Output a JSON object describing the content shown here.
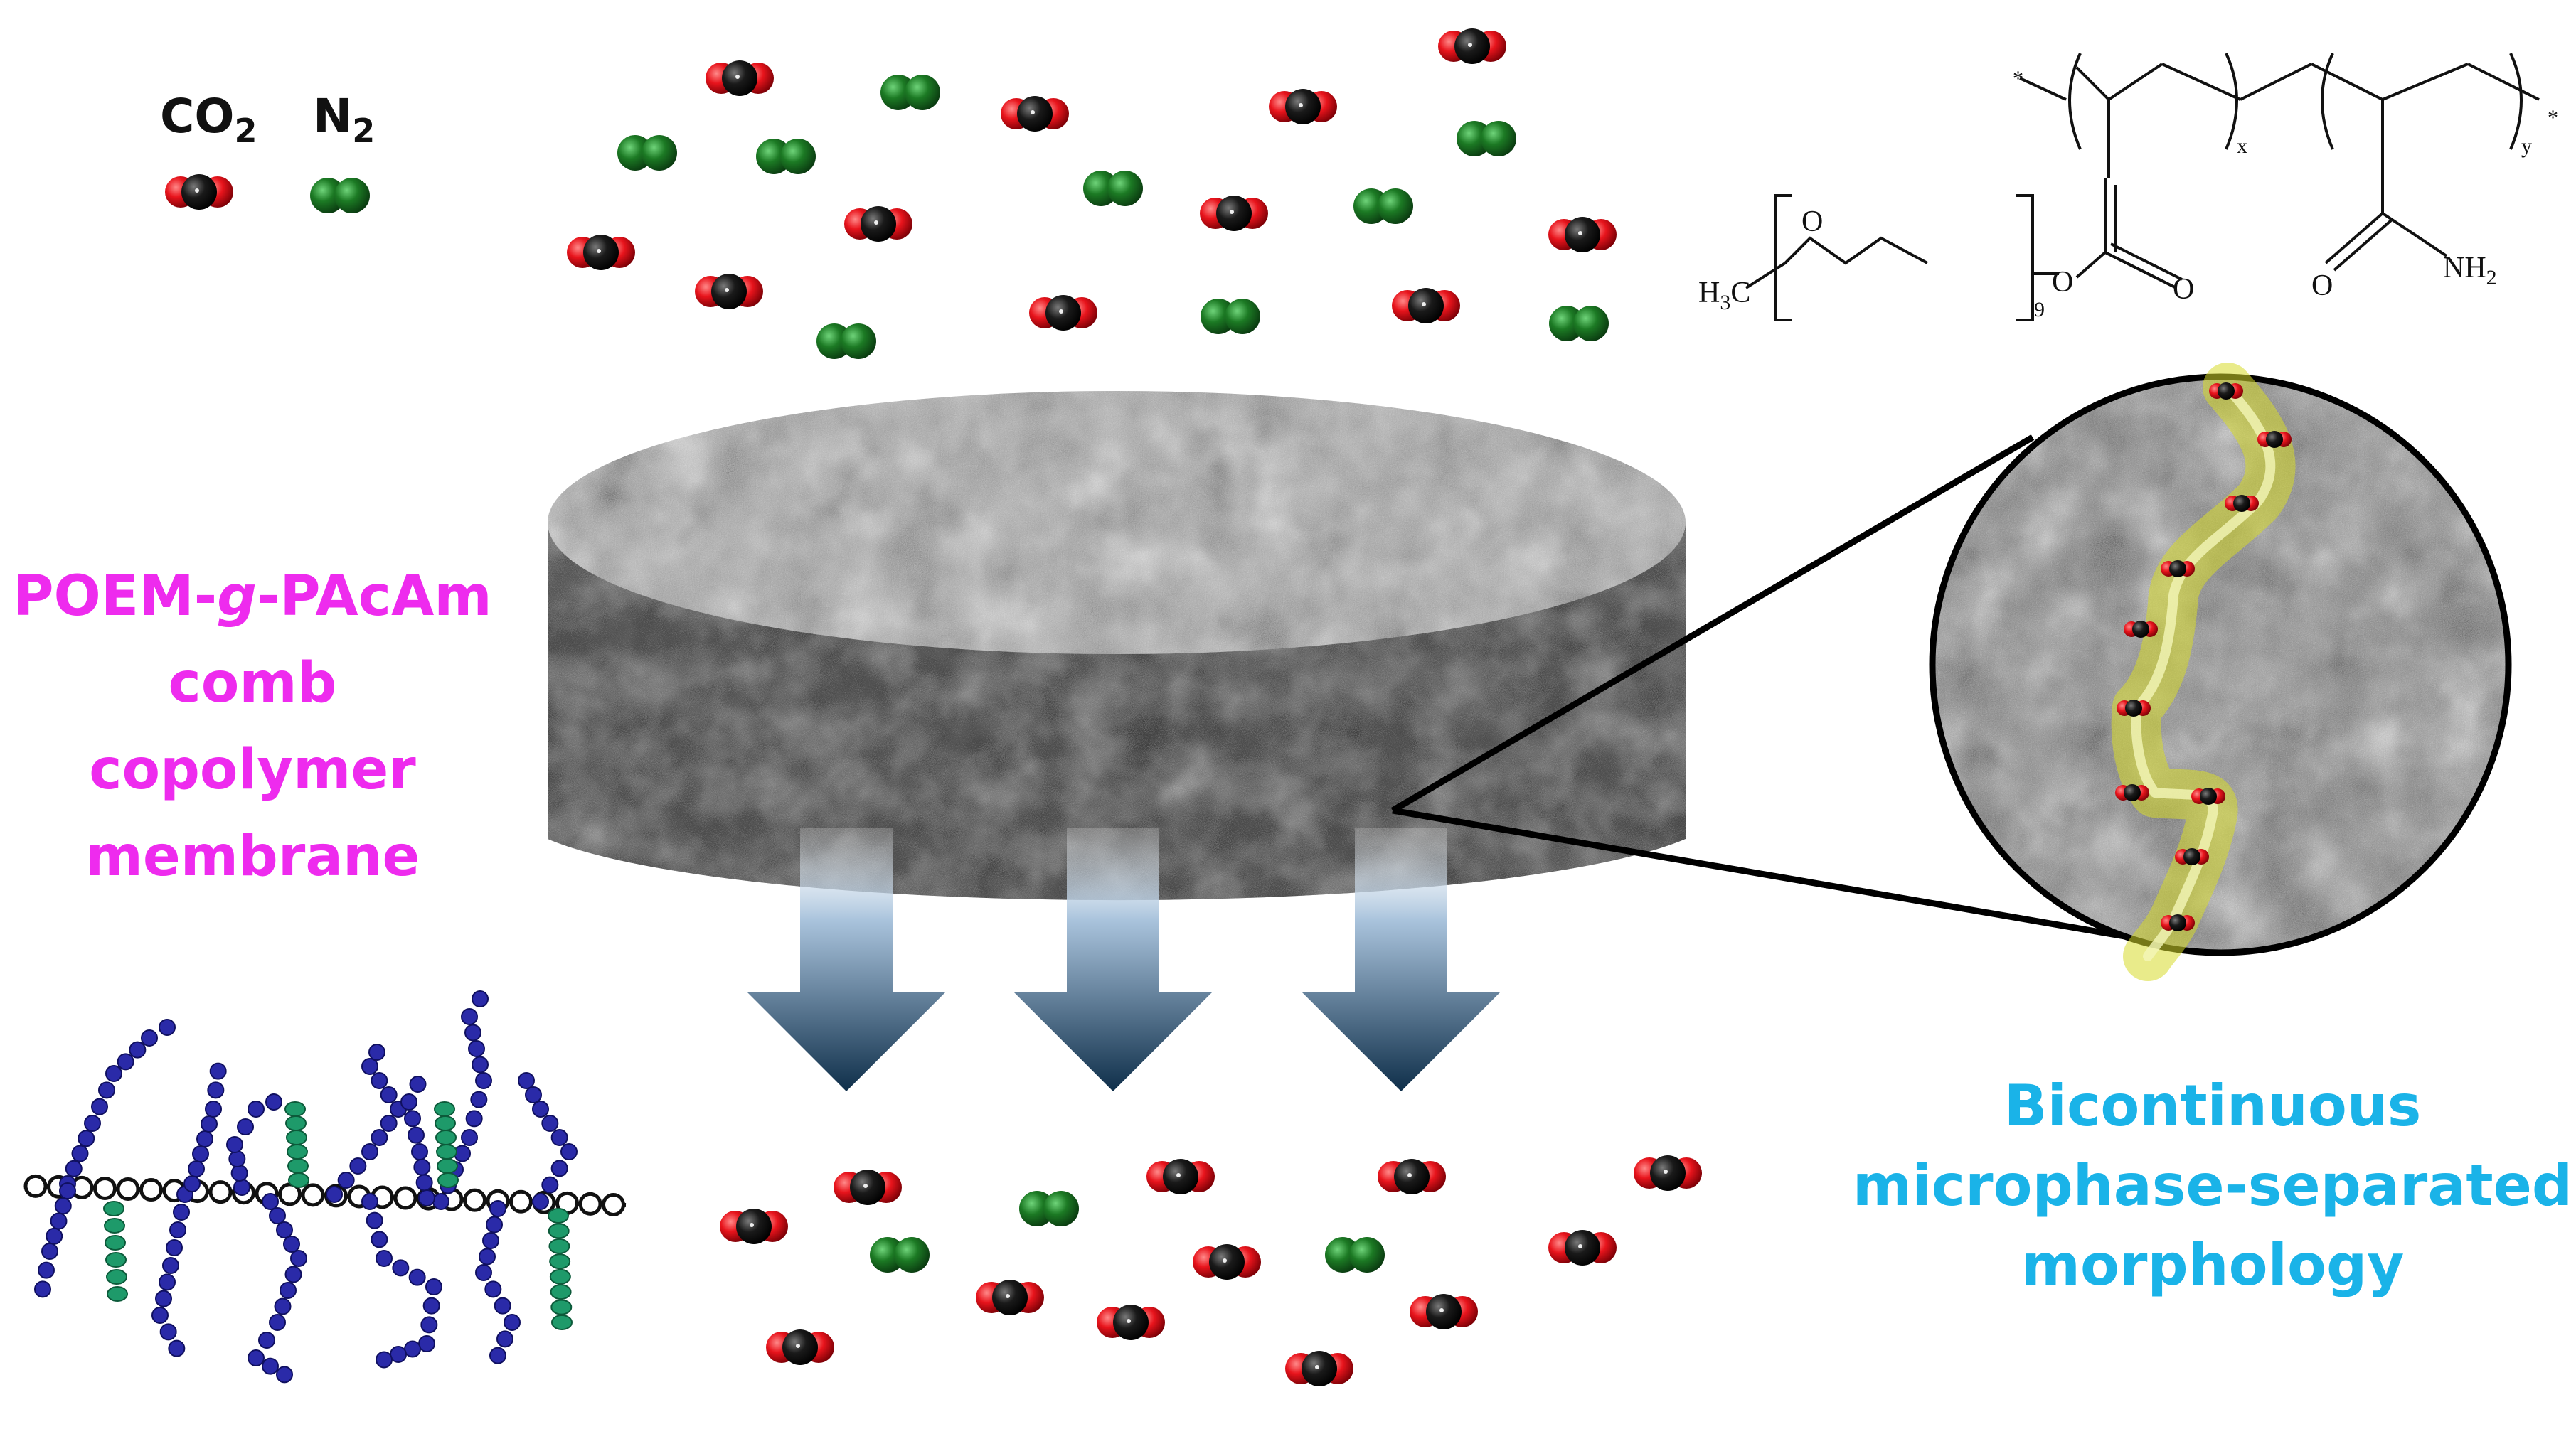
{
  "legend": {
    "co2_main": "CO",
    "co2_sub": "2",
    "n2_main": "N",
    "n2_sub": "2"
  },
  "membrane_label": {
    "line1_a": "POEM-",
    "line1_g": "g",
    "line1_b": "-PAcAm",
    "line2": "comb copolymer",
    "line3": "membrane"
  },
  "morphology_label": {
    "line1": "Bicontinuous",
    "line2": "microphase-separated",
    "line3": "morphology"
  },
  "structure": {
    "h3c": "H",
    "h3c_sub": "3",
    "h3c_c": "C",
    "o1": "O",
    "n9": "9",
    "o2": "O",
    "o3": "O",
    "o4": "O",
    "nh2": "NH",
    "nh2_sub": "2",
    "x": "x",
    "y": "y",
    "star1": "*",
    "star2": "*"
  },
  "colors": {
    "co2_oxygen": "#e8141c",
    "co2_carbon": "#111111",
    "n2": "#1c7a24",
    "membrane_text": "#ee2bee",
    "morphology_text": "#1ab3e8",
    "arrow_top": "#dbe7f2",
    "arrow_bottom": "#0f2f4a",
    "chain_backbone": "#111111",
    "peg_side_chain": "#2a2aa8",
    "acam_side_chain": "#1e9a6a",
    "channel": "#c8cc38"
  }
}
